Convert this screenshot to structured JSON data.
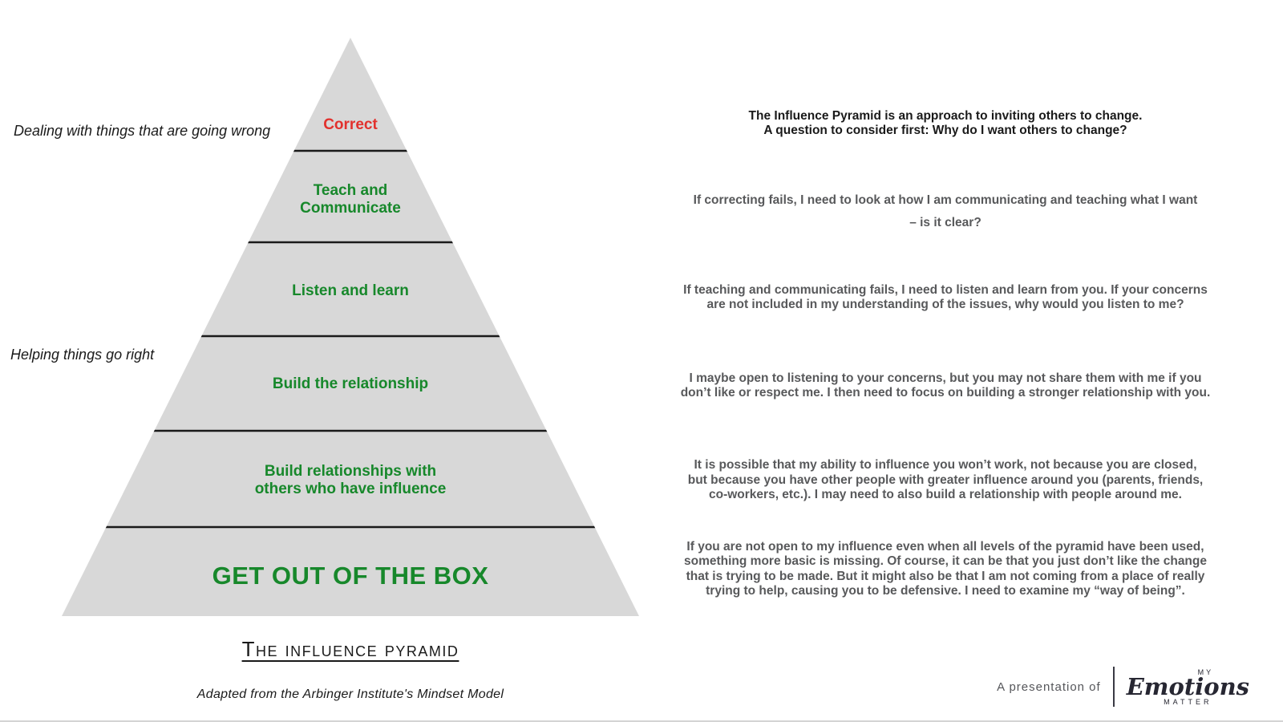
{
  "colors": {
    "pyramid-fill": "#d8d8d8",
    "divider": "#1a1a1a",
    "red": "#e2312d",
    "green": "#17882b",
    "ink": "#1a1a1a",
    "body-gray": "#58595b",
    "muted": "#55565a",
    "logo-ink": "#272732"
  },
  "pyramid": {
    "side_labels": {
      "wrong": "Dealing with things that are going wrong",
      "right": "Helping things go right"
    },
    "levels": [
      {
        "label": "Correct"
      },
      {
        "label": "Teach and\nCommunicate"
      },
      {
        "label": "Listen and learn"
      },
      {
        "label": "Build the relationship"
      },
      {
        "label": "Build relationships with\nothers who have influence"
      },
      {
        "label": "GET OUT OF THE BOX"
      }
    ]
  },
  "descriptions": {
    "intro": "The Influence Pyramid is an approach to inviting others to change.\nA question to consider first: Why do I want others to change?",
    "items": [
      "If correcting fails, I need to look at how I am communicating and teaching what I want\n– is it clear?",
      "If teaching and communicating fails, I need to listen and learn from you. If your concerns\nare not included in my understanding of the issues, why would you listen to me?",
      "I maybe open to listening to your concerns, but you may not share them with me if you\ndon’t like or respect me. I then need to focus on building a stronger relationship with you.",
      "It is possible that my ability to influence you won’t work, not because you are closed,\nbut because you have other people with greater influence around you (parents, friends,\nco-workers, etc.). I may need to also build a relationship with people around me.",
      "If you are not open to my influence even when all levels of the pyramid have been used,\nsomething more basic is missing. Of course, it can be that you just don’t like the change\nthat is trying to be made. But it might also be that I am not coming from a place of really\ntrying to help, causing you to be defensive. I need to examine my “way of being”."
    ]
  },
  "caption": {
    "title": "The influence pyramid",
    "source": "Adapted from the Arbinger Institute's Mindset Model"
  },
  "footer": {
    "presented_by": "A presentation of",
    "logo": {
      "top": "MY",
      "name": "Emotions",
      "bottom": "MATTER"
    }
  }
}
